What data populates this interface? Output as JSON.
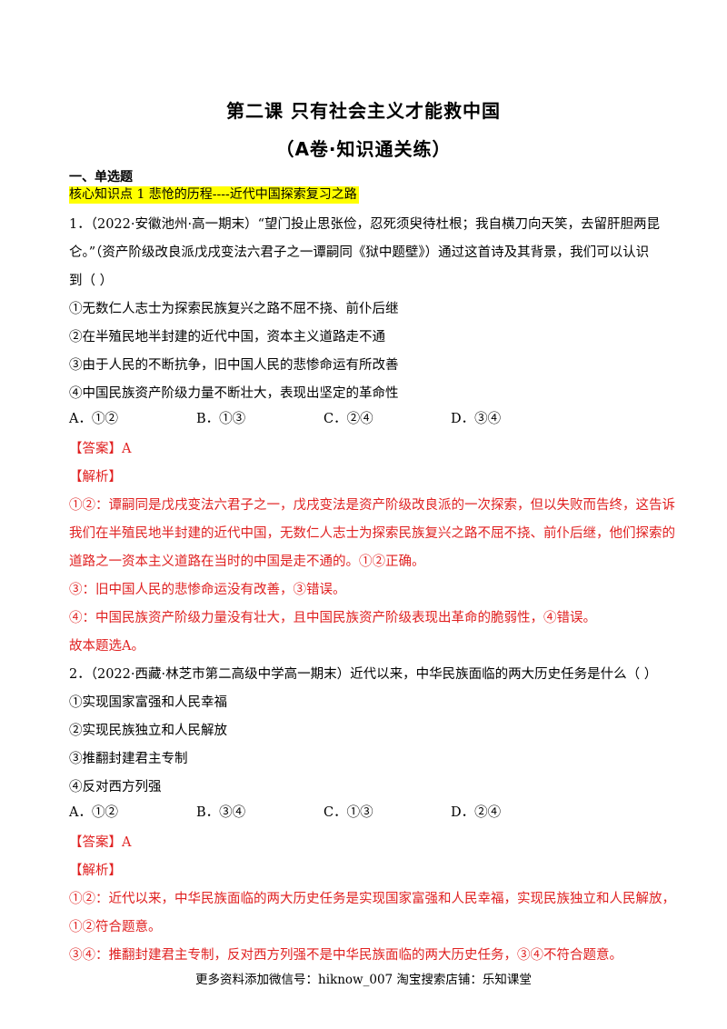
{
  "title": "第二课  只有社会主义才能救中国",
  "subtitle": "（A卷·知识通关练）",
  "section": "一、单选题",
  "knowledge_point": "核心知识点 1    悲怆的历程----近代中国探索复习之路",
  "q1": {
    "stem_1": "1．（2022·安徽池州·高一期末）“望门投止思张俭，忍死须臾待杜根；我自横刀向天笑，去留肝胆两昆",
    "stem_2": "仑。”（资产阶级改良派戊戌变法六君子之一谭嗣同《狱中题壁》）通过这首诗及其背景，我们可以认识",
    "stem_3": "到（    ）",
    "item_1": "①无数仁人志士为探索民族复兴之路不屈不挠、前仆后继",
    "item_2": "②在半殖民地半封建的近代中国，资本主义道路走不通",
    "item_3": "③由于人民的不断抗争，旧中国人民的悲惨命运有所改善",
    "item_4": "④中国民族资产阶级力量不断壮大，表现出坚定的革命性",
    "opt_a": "A．①②",
    "opt_b": "B．①③",
    "opt_c": "C．②④",
    "opt_d": "D．③④",
    "answer": "【答案】A",
    "analysis_label": "【解析】",
    "analysis_1": "①②：谭嗣同是戊戌变法六君子之一，戊戌变法是资产阶级改良派的一次探索，但以失败而告终，这告诉",
    "analysis_2": "我们在半殖民地半封建的近代中国，无数仁人志士为探索民族复兴之路不屈不挠、前仆后继，他们探索的",
    "analysis_3": "道路之一资本主义道路在当时的中国是走不通的。①②正确。",
    "analysis_4": "③：旧中国人民的悲惨命运没有改善，③错误。",
    "analysis_5": "④：中国民族资产阶级力量没有壮大，且中国民族资产阶级表现出革命的脆弱性，④错误。",
    "conclusion": "故本题选A。"
  },
  "q2": {
    "stem_1": "2．（2022·西藏·林芝市第二高级中学高一期末）近代以来，中华民族面临的两大历史任务是什么（    ）",
    "item_1": "①实现国家富强和人民幸福",
    "item_2": "②实现民族独立和人民解放",
    "item_3": "③推翻封建君主专制",
    "item_4": "④反对西方列强",
    "opt_a": "A．①②",
    "opt_b": "B．③④",
    "opt_c": "C．①③",
    "opt_d": "D．②④",
    "answer": "【答案】A",
    "analysis_label": "【解析】",
    "analysis_1": "①②：近代以来，中华民族面临的两大历史任务是实现国家富强和人民幸福，实现民族独立和人民解放，",
    "analysis_2": "①②符合题意。",
    "analysis_3": "③④：推翻封建君主专制，反对西方列强不是中华民族面临的两大历史任务，③④不符合题意。"
  },
  "footer": "更多资料添加微信号：hiknow_007    淘宝搜索店铺：乐知课堂"
}
